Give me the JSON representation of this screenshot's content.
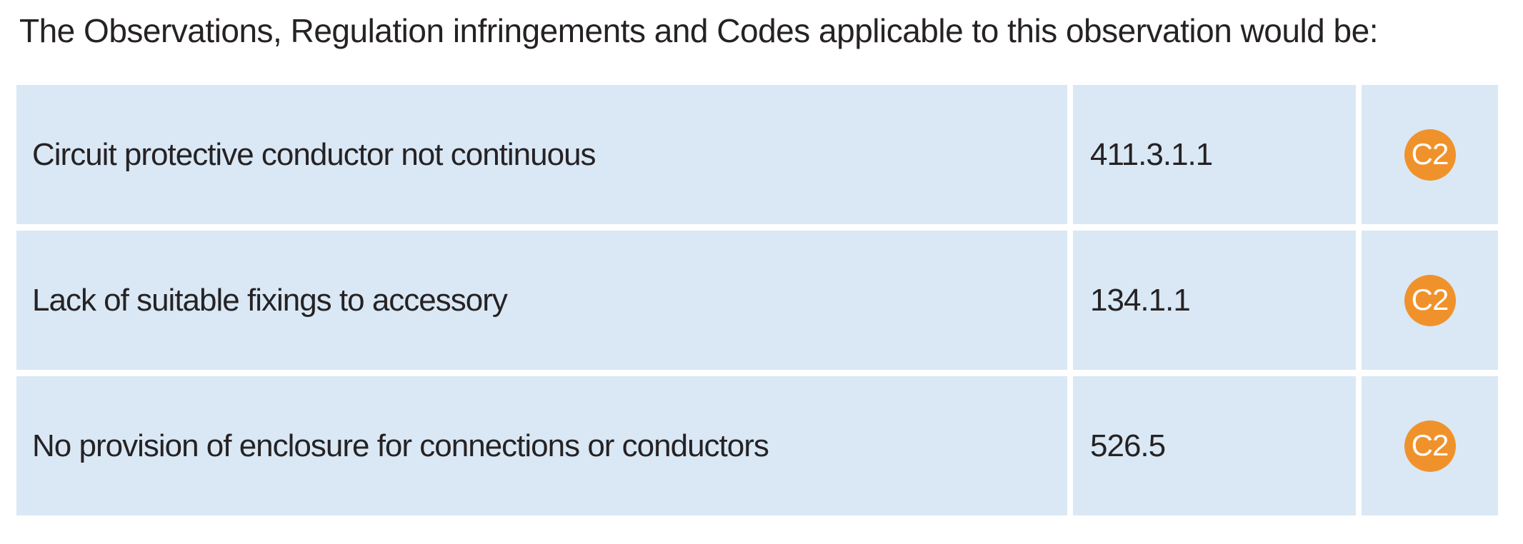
{
  "page": {
    "title": "The Observations, Regulation infringements and Codes applicable to this observation would be:"
  },
  "table": {
    "rows": [
      {
        "observation": "Circuit protective conductor not continuous",
        "regulation": "411.3.1.1",
        "code": "C2"
      },
      {
        "observation": "Lack of suitable fixings to accessory",
        "regulation": "134.1.1",
        "code": "C2"
      },
      {
        "observation": "No provision of enclosure for connections or conductors",
        "regulation": "526.5",
        "code": "C2"
      }
    ]
  },
  "colors": {
    "row_background": "#D9E8F4",
    "badge_background": "#F0922B",
    "badge_text": "#FFFFFF",
    "text": "#262224"
  }
}
